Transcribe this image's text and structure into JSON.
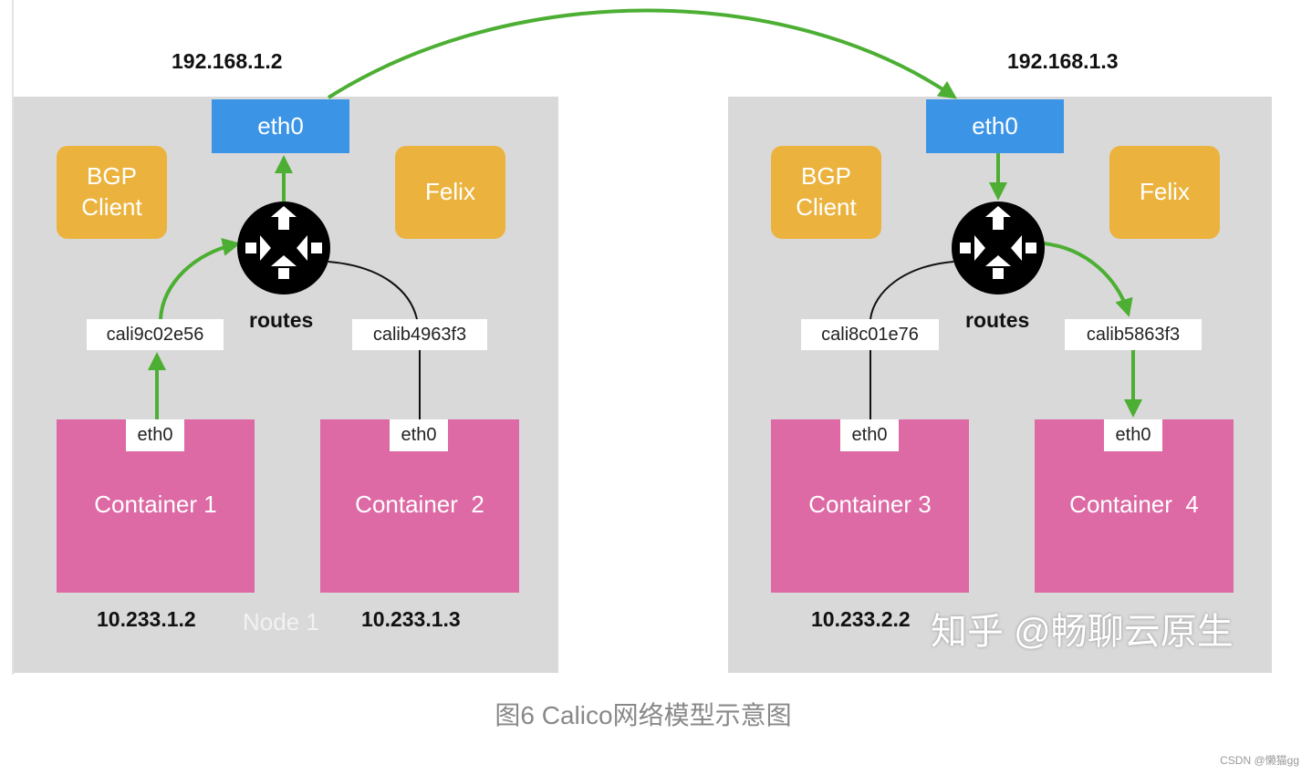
{
  "nodes": [
    {
      "host_ip": "192.168.1.2",
      "eth": "eth0",
      "bgp": "BGP\nClient",
      "felix": "Felix",
      "routes": "routes",
      "left_iface": "cali9c02e56",
      "right_iface": "calib4963f3",
      "left_container": {
        "title": "Container 1",
        "eth": "eth0",
        "ip": "10.233.1.2"
      },
      "right_container": {
        "title": "Container  2",
        "eth": "eth0",
        "ip": "10.233.1.3"
      },
      "label": "Node 1"
    },
    {
      "host_ip": "192.168.1.3",
      "eth": "eth0",
      "bgp": "BGP\nClient",
      "felix": "Felix",
      "routes": "routes",
      "left_iface": "cali8c01e76",
      "right_iface": "calib5863f3",
      "left_container": {
        "title": "Container 3",
        "eth": "eth0",
        "ip": "10.233.2.2"
      },
      "right_container": {
        "title": "Container  4",
        "eth": "eth0",
        "ip": ""
      },
      "label": ""
    }
  ],
  "watermark": "知乎 @畅聊云原生",
  "caption": "图6 Calico网络模型示意图",
  "credit": "CSDN @懒猫gg",
  "colors": {
    "node_bg": "#d9d9d9",
    "eth_blue": "#3c94e6",
    "agent_orange": "#ebb33e",
    "container_pink": "#dd6aa4",
    "flow_green": "#4caf33"
  },
  "icons": [
    "router-icon"
  ]
}
